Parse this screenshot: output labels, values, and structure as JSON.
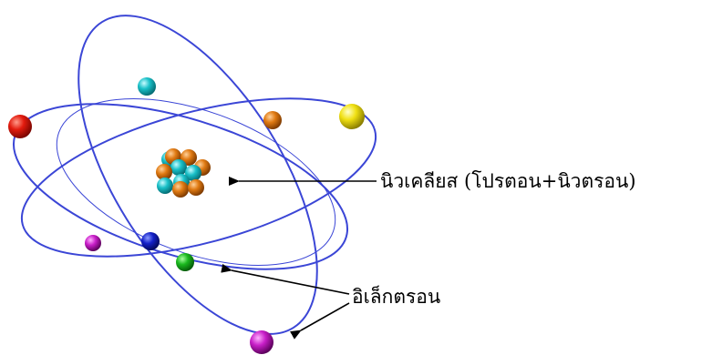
{
  "labels": {
    "nucleus": "นิวเคลียส (โปรตอน+นิวตรอน)",
    "electron": "อิเล็กตรอน"
  },
  "colors": {
    "orbit": "#3b46d6",
    "proton": "#e07a12",
    "neutron": "#19c0c8",
    "arrow": "#000000"
  },
  "electron_colors": [
    "red",
    "cyan",
    "orange",
    "yellow",
    "blue",
    "magenta",
    "green",
    "magenta"
  ]
}
